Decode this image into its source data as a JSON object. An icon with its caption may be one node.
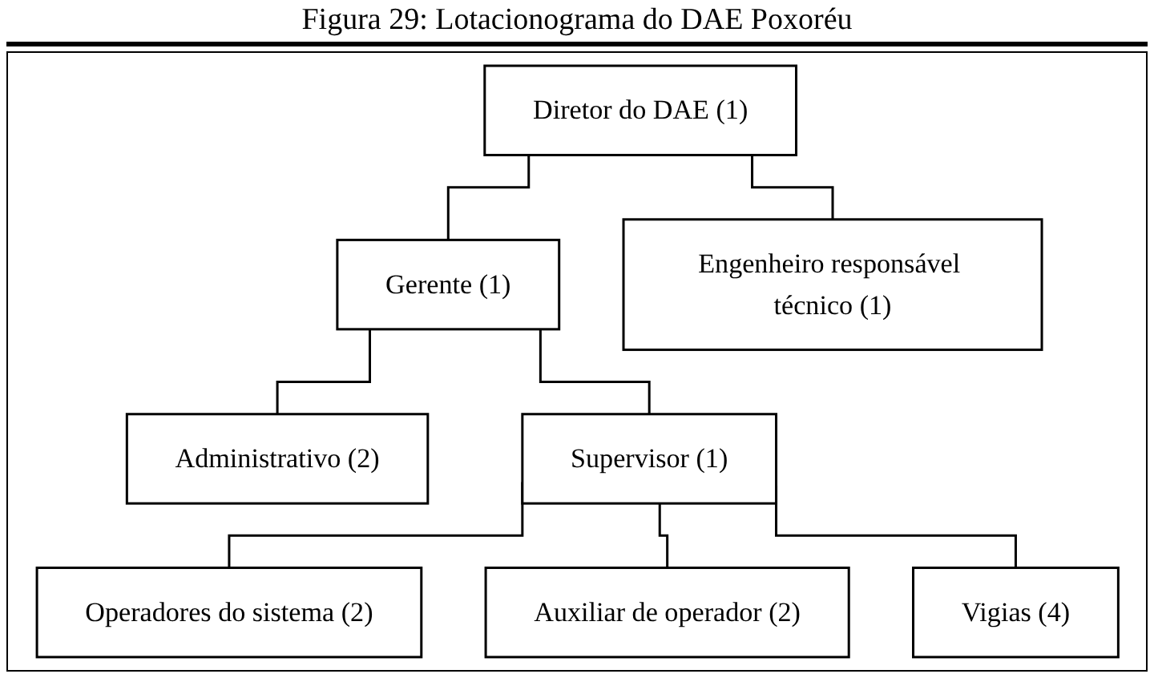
{
  "diagram": {
    "title": "Figura 29: Lotacionograma do DAE Poxoréu",
    "nodes": [
      {
        "text": [
          "Diretor do DAE (1)"
        ]
      },
      {
        "text": [
          "Gerente (1)"
        ]
      },
      {
        "text": [
          "Engenheiro responsável técnico (1)"
        ]
      },
      {
        "text": [
          "Administrativo (2)"
        ]
      },
      {
        "text": [
          "Supervisor (1)"
        ]
      },
      {
        "text": [
          "Operadores do sistema (2)"
        ]
      },
      {
        "text": [
          "Auxiliar de operador (2)"
        ]
      },
      {
        "text": [
          "Vigias (4)"
        ]
      }
    ],
    "edges": [
      {
        "from": 0,
        "to": 1,
        "arrow": "none"
      },
      {
        "from": 0,
        "to": 2,
        "arrow": "none"
      },
      {
        "from": 1,
        "to": 3,
        "arrow": "none"
      },
      {
        "from": 1,
        "to": 4,
        "arrow": "none"
      },
      {
        "from": 4,
        "to": 5,
        "arrow": "none"
      },
      {
        "from": 4,
        "to": 6,
        "arrow": "none"
      },
      {
        "from": 4,
        "to": 7,
        "arrow": "none"
      }
    ]
  }
}
